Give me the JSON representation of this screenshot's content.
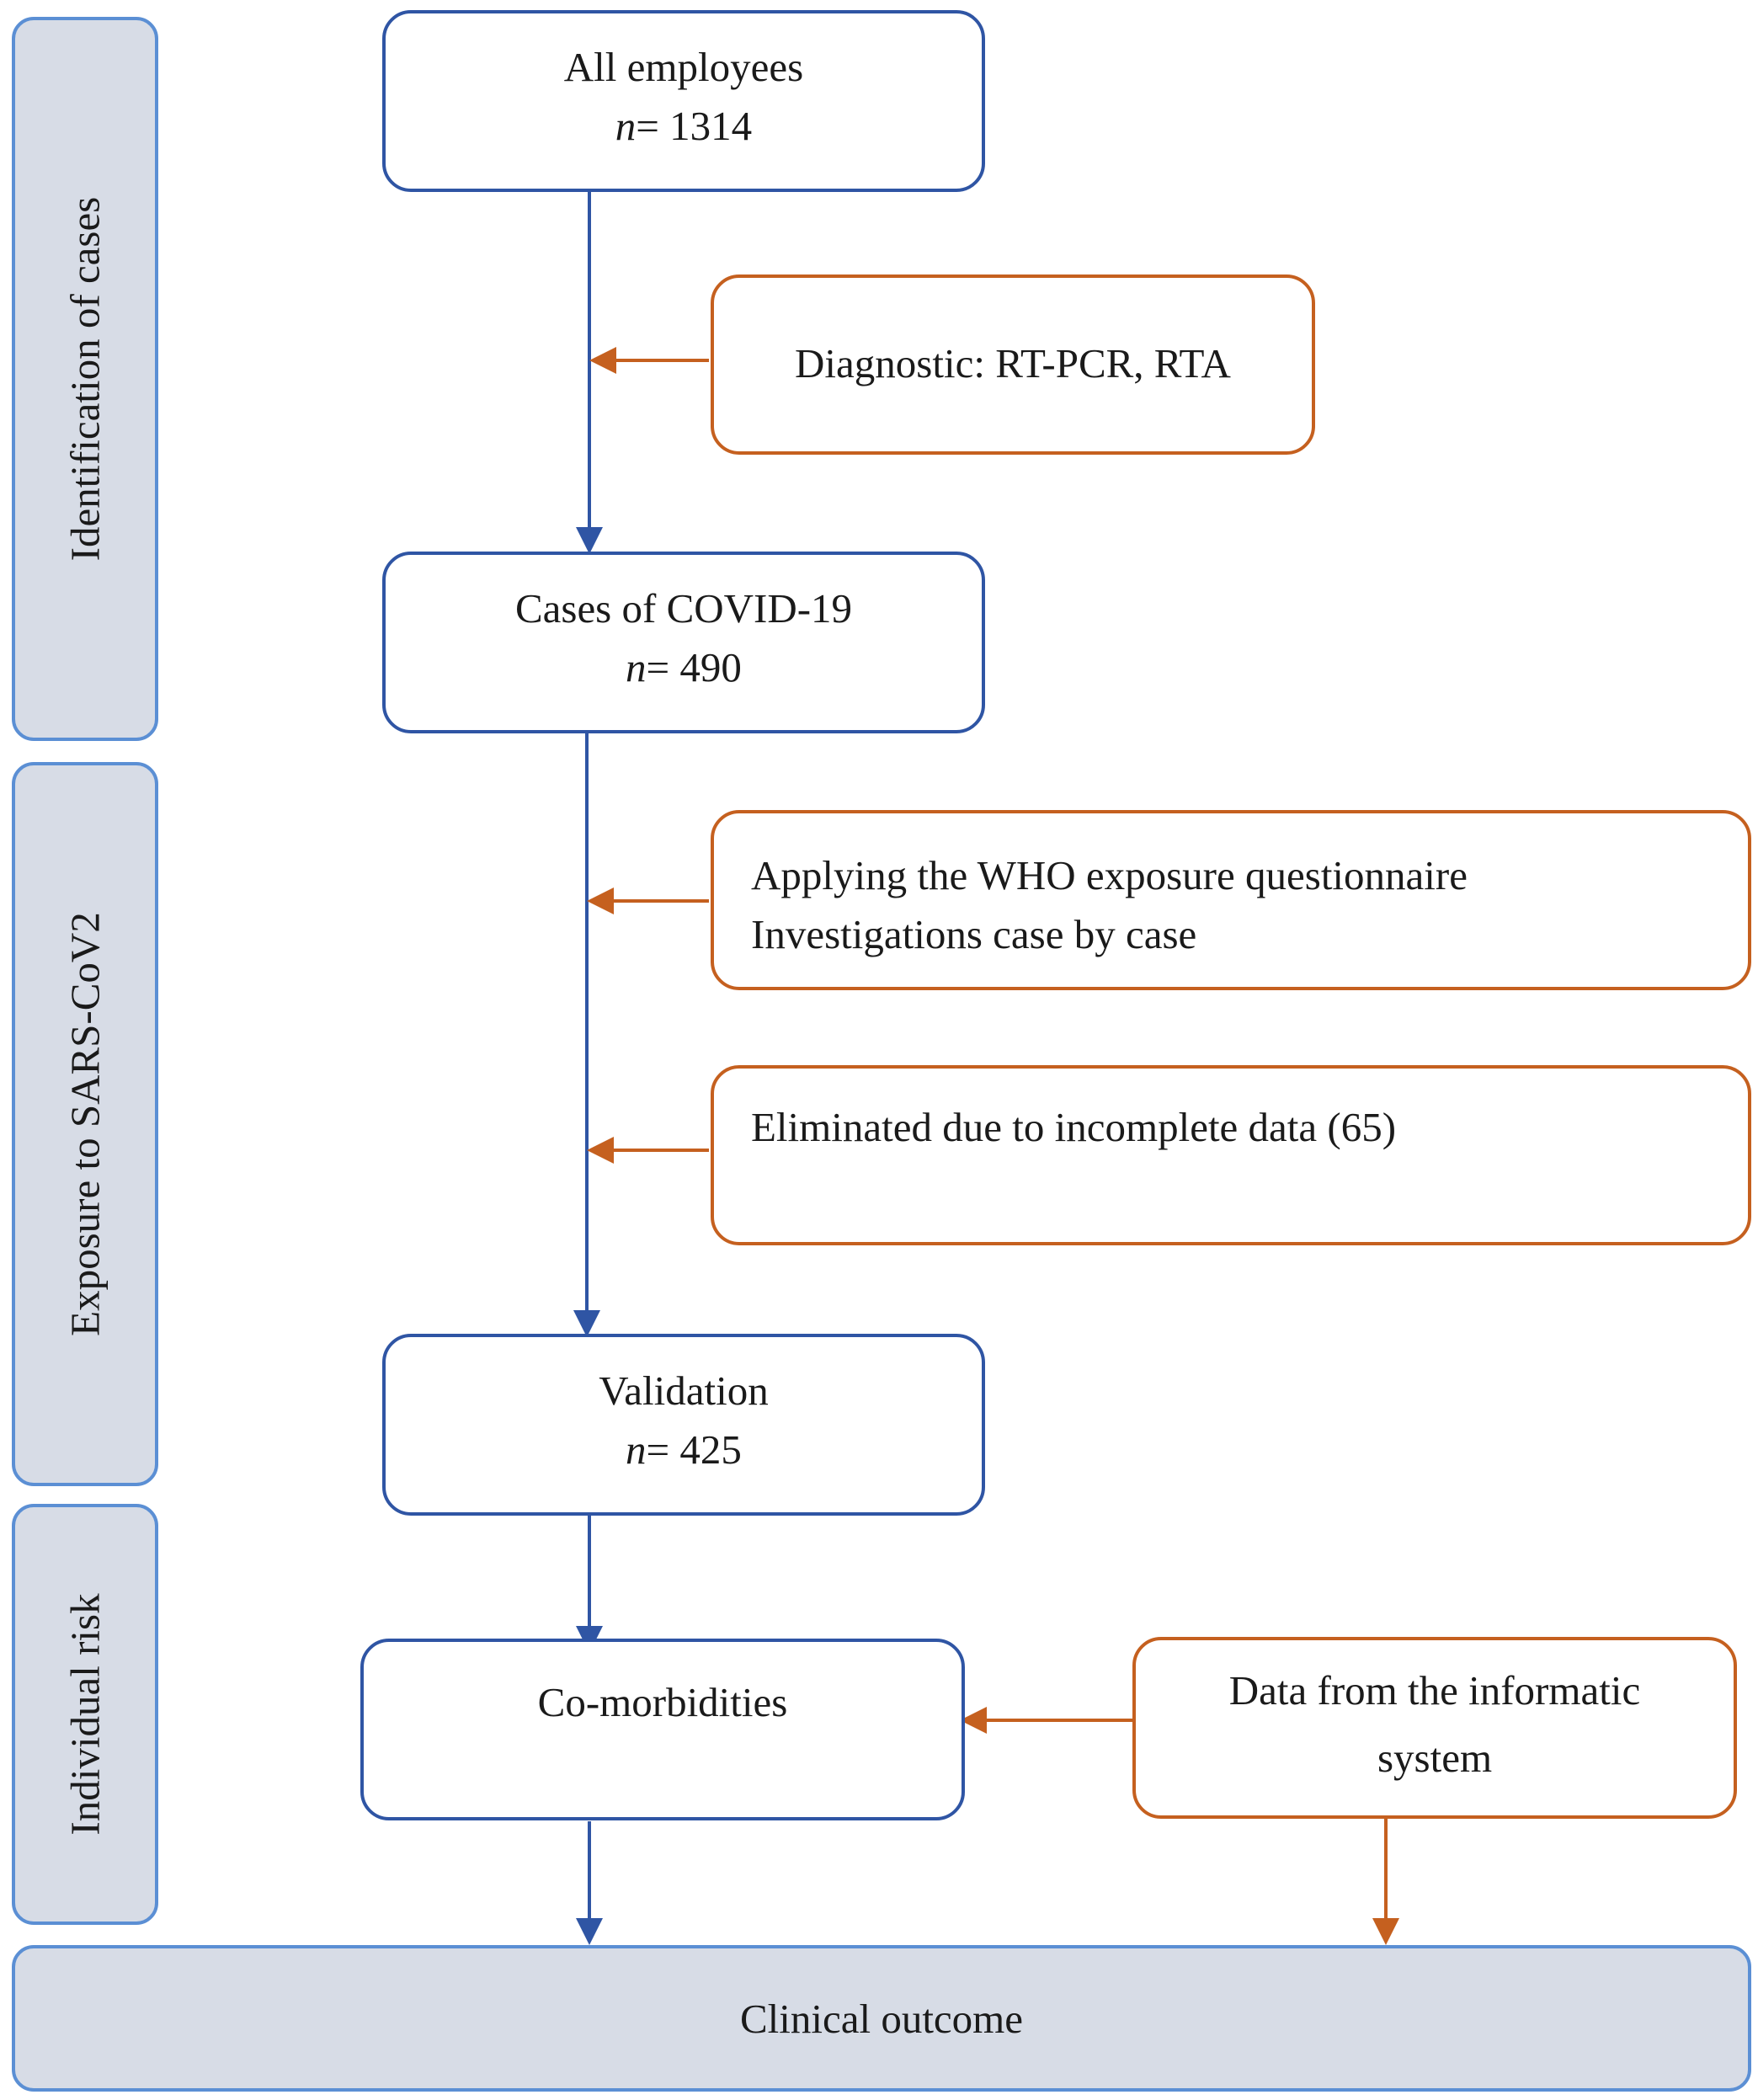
{
  "phases": {
    "identification": "Identification of cases",
    "exposure": "Exposure to SARS-CoV2",
    "individual_risk": "Individual risk",
    "clinical_outcome": "Clinical outcome"
  },
  "steps": {
    "all_employees": {
      "title": "All employees",
      "n_label": "n",
      "n_value": "= 1314"
    },
    "cases": {
      "title": "Cases of COVID-19",
      "n_label": "n",
      "n_value": "= 490"
    },
    "validation": {
      "title": "Validation",
      "n_label": "n",
      "n_value": "= 425"
    },
    "comorbidities": {
      "title": "Co-morbidities"
    }
  },
  "side_notes": {
    "diagnostic": "Diagnostic: RT-PCR, RTA",
    "questionnaire_line1": "Applying the WHO exposure questionnaire",
    "questionnaire_line2": "Investigations case by case",
    "eliminated": "Eliminated due to incomplete data (65)",
    "informatic_line1": "Data from the informatic",
    "informatic_line2": "system"
  },
  "colors": {
    "flow_blue": "#2f55a4",
    "side_orange": "#c5601f",
    "phase_fill": "#d7dce6",
    "phase_border": "#5b8fd4"
  }
}
